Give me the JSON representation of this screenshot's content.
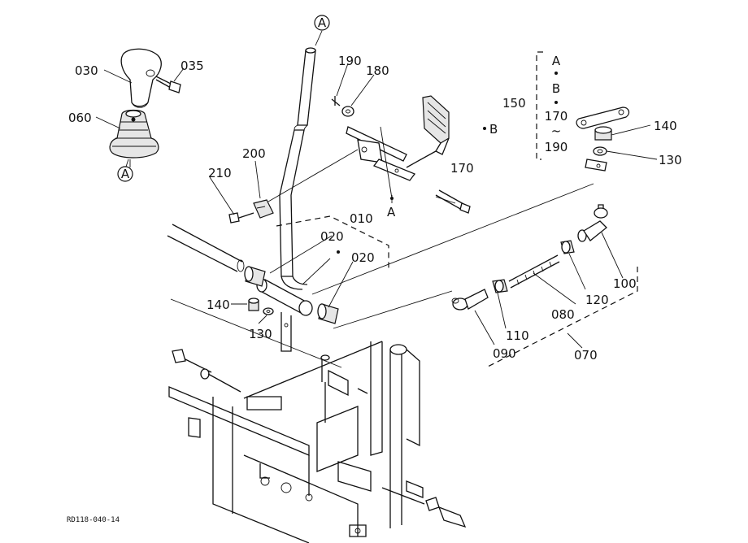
{
  "labels": {
    "p030": "030",
    "p035": "035",
    "p060": "060",
    "p190": "190",
    "p180": "180",
    "p200": "200",
    "p210": "210",
    "p010": "010",
    "p020a": "020",
    "p020b": "020",
    "p140a": "140",
    "p130a": "130",
    "p170": "170",
    "p150": "150",
    "p140b": "140",
    "p130b": "130",
    "p100": "100",
    "p120": "120",
    "p080": "080",
    "p110": "110",
    "p090": "090",
    "p070": "070"
  },
  "refs": {
    "top": "A",
    "boot": "A",
    "bracket": "A",
    "pointB": "B"
  },
  "kit": {
    "a": "A",
    "b": "B",
    "start": "170",
    "tilde": "~",
    "end": "190"
  },
  "drawing_code": "RD118-040-14"
}
